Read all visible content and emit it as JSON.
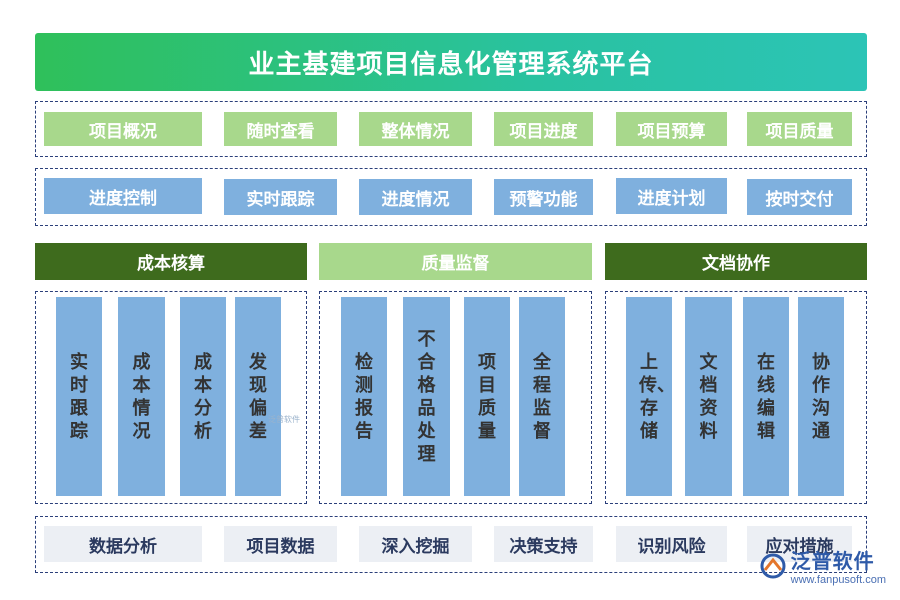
{
  "title": "业主基建项目信息化管理系统平台",
  "row1": [
    "项目概况",
    "随时查看",
    "整体情况",
    "项目进度",
    "项目预算",
    "项目质量"
  ],
  "row2": [
    "进度控制",
    "实时跟踪",
    "进度情况",
    "预警功能",
    "进度计划",
    "按时交付"
  ],
  "sections": [
    {
      "title": "成本核算",
      "items": [
        "实时跟踪",
        "成本情况",
        "成本分析",
        "发现偏差"
      ]
    },
    {
      "title": "质量监督",
      "items": [
        "检测报告",
        "不合格品处理",
        "项目质量",
        "全程监督"
      ]
    },
    {
      "title": "文档协作",
      "items": [
        "上传、存储",
        "文档资料",
        "在线编辑",
        "协作沟通"
      ]
    }
  ],
  "row3": [
    "数据分析",
    "项目数据",
    "深入挖掘",
    "决策支持",
    "识别风险",
    "应对措施"
  ],
  "watermark": "泛普软件",
  "logo": {
    "name": "泛普软件",
    "url": "www.fanpusoft.com"
  }
}
